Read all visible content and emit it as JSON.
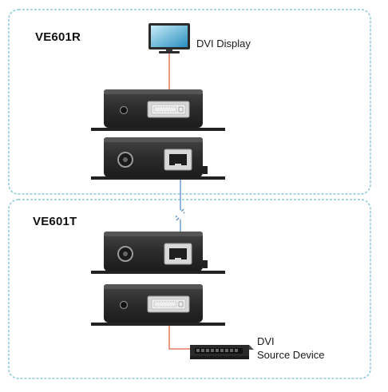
{
  "receiver": {
    "model": "VE601R",
    "display_label": "DVI Display"
  },
  "transmitter": {
    "model": "VE601T",
    "source_label_line1": "DVI",
    "source_label_line2": "Source Device"
  },
  "colors": {
    "group_border": "#8ec8d8",
    "av_cable": "#e06040",
    "cat5_cable": "#5a8fc8",
    "unit_body": "#2b2b2b",
    "port_light": "#d8d8d8"
  },
  "icons": [
    "monitor-icon",
    "source-device-icon",
    "dvi-port-icon",
    "rj45-port-icon",
    "power-jack-icon",
    "mini-usb-port-icon"
  ]
}
